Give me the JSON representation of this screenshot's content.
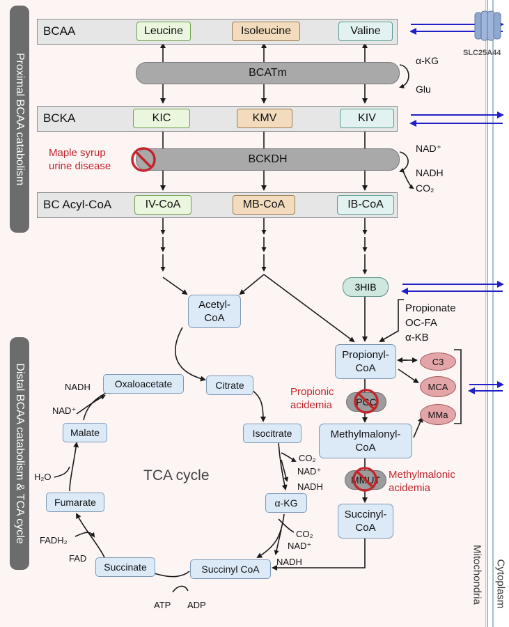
{
  "sections": {
    "proximal": "Proximal BCAA catabolism",
    "distal": "Distal BCAA catabolism & TCA cycle"
  },
  "compartments": {
    "mitochondria": "Mitochondria",
    "cytoplasm": "Cytoplasm"
  },
  "transporter": "SLC25A44",
  "rows": {
    "bcaa": {
      "label": "BCAA",
      "items": [
        "Leucine",
        "Isoleucine",
        "Valine"
      ]
    },
    "bcka": {
      "label": "BCKA",
      "items": [
        "KIC",
        "KMV",
        "KIV"
      ]
    },
    "acyl": {
      "label": "BC Acyl-CoA",
      "items": [
        "IV-CoA",
        "MB-CoA",
        "IB-CoA"
      ]
    }
  },
  "enzymes": {
    "bcatm": "BCATm",
    "bckdh": "BCKDH",
    "bcatm_side": {
      "in": "α-KG",
      "out": "Glu"
    },
    "bckdh_side": {
      "in": "NAD⁺",
      "out1": "NADH",
      "out2": "CO₂"
    }
  },
  "diseases": {
    "msud_line1": "Maple syrup",
    "msud_line2": "urine disease",
    "propionic_line1": "Propionic",
    "propionic_line2": "acidemia",
    "mma_line1": "Methylmalonic",
    "mma_line2": "acidemia"
  },
  "metabolites": {
    "acetyl_1": "Acetyl-",
    "acetyl_2": "CoA",
    "hib": "3HIB",
    "other_sources": [
      "Propionate",
      "OC-FA",
      "α-KB"
    ],
    "propionyl_1": "Propionyl-",
    "propionyl_2": "CoA",
    "pcc": "PCC",
    "methylmalonyl_1": "Methylmalonyl-",
    "methylmalonyl_2": "CoA",
    "mmut": "MMUT",
    "succinyl_1": "Succinyl-",
    "succinyl_2": "CoA",
    "c3": "C3",
    "mca": "MCA",
    "mma": "MMa"
  },
  "tca": {
    "title": "TCA cycle",
    "oxaloacetate": "Oxaloacetate",
    "citrate": "Citrate",
    "isocitrate": "Isocitrate",
    "akg": "α-KG",
    "succinylcoa": "Succinyl CoA",
    "succinate": "Succinate",
    "fumarate": "Fumarate",
    "malate": "Malate",
    "cofactors": {
      "iso_co2": "CO₂",
      "iso_nad": "NAD⁺",
      "iso_nadh": "NADH",
      "akg_co2": "CO₂",
      "akg_nad": "NAD⁺",
      "akg_nadh": "NADH",
      "atp": "ATP",
      "adp": "ADP",
      "fadh2": "FADH₂",
      "fad": "FAD",
      "h2o": "H₂O",
      "nad": "NAD⁺",
      "nadh": "NADH"
    }
  },
  "colors": {
    "mitochondria_bg": "#fdf4f4",
    "sidebar": "#6c6c6c",
    "transport_arrow": "#2020c8",
    "disease_red": "#c0262c",
    "metabolite_fill": "#dce9f7"
  }
}
